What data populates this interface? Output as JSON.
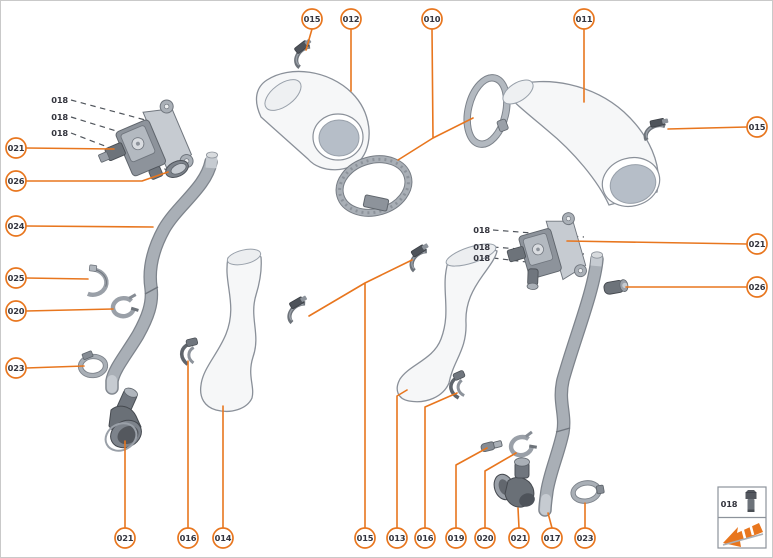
{
  "diagram": {
    "type": "exploded-parts-diagram",
    "accent_color": "#E8761E",
    "label_text_color": "#34353E",
    "part_outline_color": "#7D838B",
    "white_part_fill": "#F6F7F8"
  },
  "callouts": [
    {
      "id": "top-015",
      "label": "015"
    },
    {
      "id": "top-012",
      "label": "012"
    },
    {
      "id": "top-010",
      "label": "010"
    },
    {
      "id": "top-011",
      "label": "011"
    },
    {
      "id": "right-015",
      "label": "015"
    },
    {
      "id": "left-021",
      "label": "021"
    },
    {
      "id": "left-026",
      "label": "026"
    },
    {
      "id": "left-024",
      "label": "024"
    },
    {
      "id": "left-025",
      "label": "025"
    },
    {
      "id": "left-020",
      "label": "020"
    },
    {
      "id": "left-023",
      "label": "023"
    },
    {
      "id": "right-021",
      "label": "021"
    },
    {
      "id": "right-026",
      "label": "026"
    },
    {
      "id": "bottom-021a",
      "label": "021"
    },
    {
      "id": "bottom-016a",
      "label": "016"
    },
    {
      "id": "bottom-014",
      "label": "014"
    },
    {
      "id": "bottom-015",
      "label": "015"
    },
    {
      "id": "bottom-013",
      "label": "013"
    },
    {
      "id": "bottom-016b",
      "label": "016"
    },
    {
      "id": "bottom-019",
      "label": "019"
    },
    {
      "id": "bottom-020",
      "label": "020"
    },
    {
      "id": "bottom-021b",
      "label": "021"
    },
    {
      "id": "bottom-017",
      "label": "017"
    },
    {
      "id": "bottom-023",
      "label": "023"
    }
  ],
  "labels_018_left": [
    "018",
    "018",
    "018"
  ],
  "labels_018_right": [
    "018",
    "018",
    "018"
  ],
  "legend": {
    "bolt_label": "018",
    "icons": [
      "bolt-icon",
      "flow-direction-arrow-icon"
    ]
  }
}
